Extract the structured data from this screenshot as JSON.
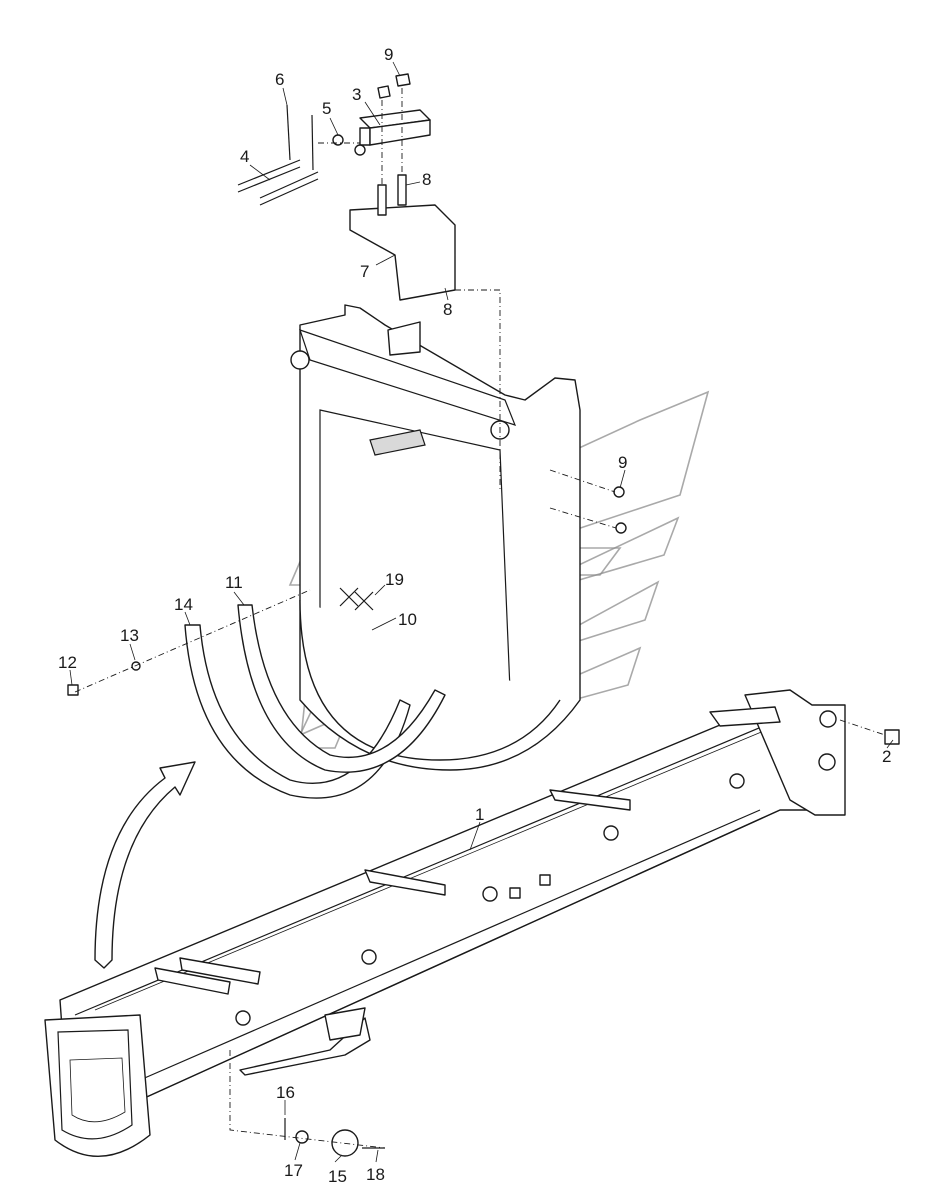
{
  "callouts": [
    {
      "id": "c1",
      "label": "1"
    },
    {
      "id": "c2",
      "label": "2"
    },
    {
      "id": "c3",
      "label": "3"
    },
    {
      "id": "c4",
      "label": "4"
    },
    {
      "id": "c5",
      "label": "5"
    },
    {
      "id": "c6",
      "label": "6"
    },
    {
      "id": "c7",
      "label": "7"
    },
    {
      "id": "c8a",
      "label": "8"
    },
    {
      "id": "c8b",
      "label": "8"
    },
    {
      "id": "c9a",
      "label": "9"
    },
    {
      "id": "c9b",
      "label": "9"
    },
    {
      "id": "c10",
      "label": "10"
    },
    {
      "id": "c11",
      "label": "11"
    },
    {
      "id": "c12",
      "label": "12"
    },
    {
      "id": "c13",
      "label": "13"
    },
    {
      "id": "c14",
      "label": "14"
    },
    {
      "id": "c15",
      "label": "15"
    },
    {
      "id": "c16",
      "label": "16"
    },
    {
      "id": "c17",
      "label": "17"
    },
    {
      "id": "c18",
      "label": "18"
    },
    {
      "id": "c19",
      "label": "19"
    }
  ]
}
